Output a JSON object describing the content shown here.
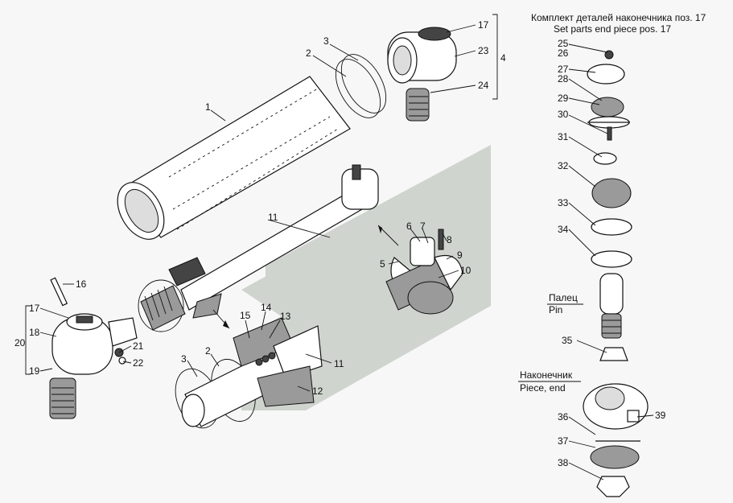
{
  "header": {
    "caption_ru": "Комплект деталей наконечника поз. 17",
    "caption_en": "Set parts end piece pos. 17"
  },
  "labels": {
    "pin_ru": "Палец",
    "pin_en": "Pin",
    "end_ru": "Наконечник",
    "end_en": "Piece, end"
  },
  "callouts": {
    "c1": "1",
    "c2a": "2",
    "c3a": "3",
    "c4": "4",
    "c17a": "17",
    "c23": "23",
    "c24": "24",
    "c11a": "11",
    "c5": "5",
    "c6": "6",
    "c7": "7",
    "c8": "8",
    "c9": "9",
    "c10": "10",
    "c16": "16",
    "c17b": "17",
    "c18": "18",
    "c19": "19",
    "c20": "20",
    "c21": "21",
    "c22": "22",
    "c15": "15",
    "c14": "14",
    "c13": "13",
    "c11b": "11",
    "c3b": "3",
    "c2b": "2",
    "c12": "12",
    "c25": "25",
    "c26": "26",
    "c27": "27",
    "c28": "28",
    "c29": "29",
    "c30": "30",
    "c31": "31",
    "c32": "32",
    "c33": "33",
    "c34": "34",
    "c35": "35",
    "c36": "36",
    "c37": "37",
    "c38": "38",
    "c39": "39"
  },
  "colors": {
    "background": "#f7f7f7",
    "watermark": "#c9cfc9",
    "line": "#111111"
  }
}
